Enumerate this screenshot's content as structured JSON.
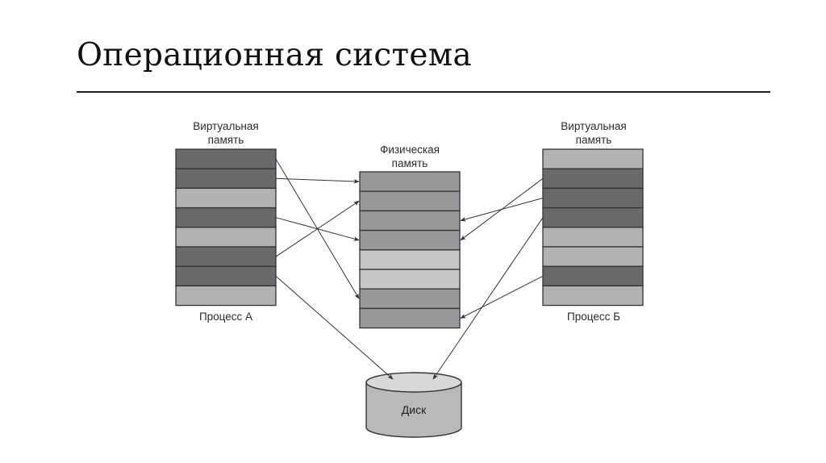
{
  "slide": {
    "title": "Операционная система"
  },
  "diagram": {
    "colors": {
      "dark": "#6a6a6d",
      "mid": "#98989a",
      "light": "#b2b2b3",
      "physLight": "#c6c6c7",
      "border": "#333333",
      "arrow": "#333333",
      "diskBody": "#b9b9ba",
      "diskTop": "#d8d8d9"
    },
    "process_a": {
      "header_line1": "Виртуальная",
      "header_line2": "память",
      "footer": "Процесс А",
      "pages": [
        "dark",
        "dark",
        "light",
        "dark",
        "light",
        "dark",
        "dark",
        "light"
      ]
    },
    "physical": {
      "header_line1": "Физическая",
      "header_line2": "память",
      "frames": [
        "mid",
        "mid",
        "mid",
        "mid",
        "physLight",
        "physLight",
        "mid",
        "mid"
      ]
    },
    "process_b": {
      "header_line1": "Виртуальная",
      "header_line2": "память",
      "footer": "Процесс Б",
      "pages": [
        "light",
        "dark",
        "dark",
        "dark",
        "light",
        "light",
        "dark",
        "light"
      ]
    },
    "disk": {
      "label": "Диск"
    },
    "mappings": [
      {
        "from": "process_a",
        "page": 0,
        "to": "physical",
        "frame": 6
      },
      {
        "from": "process_a",
        "page": 1,
        "to": "physical",
        "frame": 0
      },
      {
        "from": "process_a",
        "page": 3,
        "to": "physical",
        "frame": 3
      },
      {
        "from": "process_a",
        "page": 5,
        "to": "physical",
        "frame": 1
      },
      {
        "from": "process_a",
        "page": 6,
        "to": "disk"
      },
      {
        "from": "process_b",
        "page": 1,
        "to": "physical",
        "frame": 3
      },
      {
        "from": "process_b",
        "page": 2,
        "to": "physical",
        "frame": 2
      },
      {
        "from": "process_b",
        "page": 3,
        "to": "disk"
      },
      {
        "from": "process_b",
        "page": 6,
        "to": "physical",
        "frame": 7
      }
    ]
  }
}
